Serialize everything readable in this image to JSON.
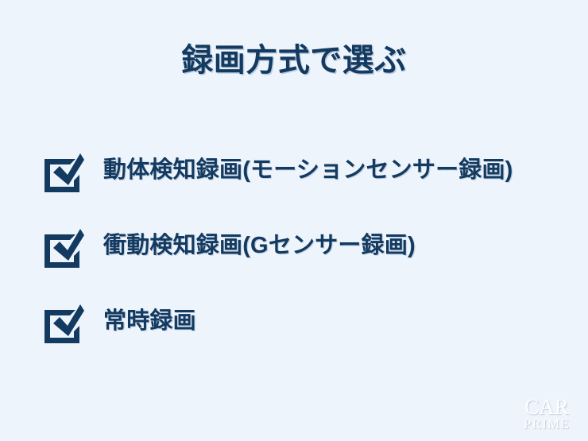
{
  "slide": {
    "background_color": "#eef4fc",
    "accent_color": "#133a60",
    "title": "録画方式で選ぶ"
  },
  "checklist": {
    "items": [
      {
        "label": "動体検知録画(モーションセンサー録画)",
        "icon": "checked-checkbox-icon",
        "checked": true
      },
      {
        "label": "衝動検知録画(Gセンサー録画)",
        "icon": "checked-checkbox-icon",
        "checked": true
      },
      {
        "label": "常時録画",
        "icon": "checked-checkbox-icon",
        "checked": true
      }
    ]
  },
  "watermark": {
    "line1": "CAR",
    "line2": "PRIME",
    "color": "#ffffff"
  }
}
